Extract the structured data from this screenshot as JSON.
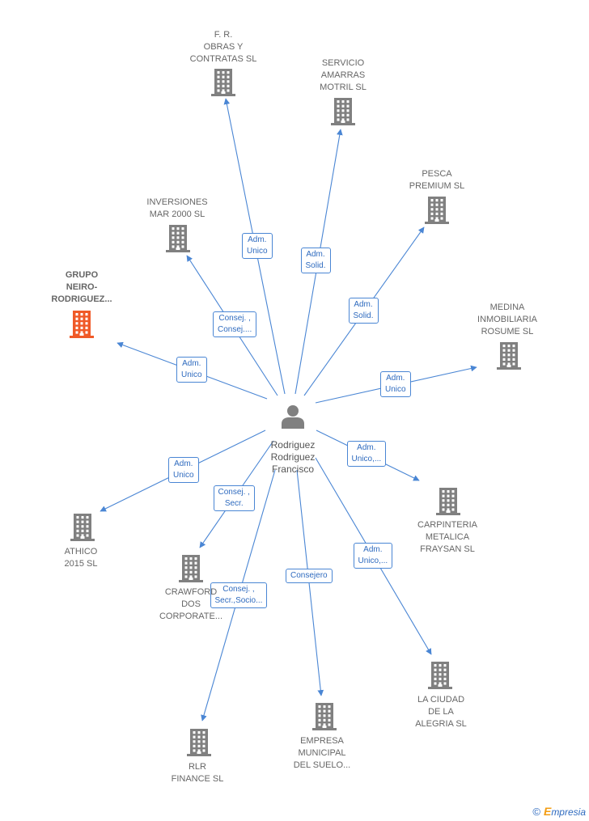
{
  "colors": {
    "edge": "#4a86d4",
    "building": "#808080",
    "building_highlight": "#f05a28",
    "person": "#808080"
  },
  "center": {
    "name_lines": [
      "Rodriguez",
      "Rodriguez",
      "Francisco"
    ],
    "icon": "person-icon"
  },
  "nodes": [
    {
      "id": "fr-obras",
      "lines": [
        "F.  R.",
        "OBRAS Y",
        "CONTRATAS SL"
      ],
      "icon": "building-icon"
    },
    {
      "id": "servicio-amarras",
      "lines": [
        "SERVICIO",
        "AMARRAS",
        "MOTRIL SL"
      ],
      "icon": "building-icon"
    },
    {
      "id": "pesca-premium",
      "lines": [
        "PESCA",
        "PREMIUM  SL"
      ],
      "icon": "building-icon"
    },
    {
      "id": "inversiones-mar",
      "lines": [
        "INVERSIONES",
        "MAR 2000 SL"
      ],
      "icon": "building-icon"
    },
    {
      "id": "grupo-neiro",
      "lines": [
        "GRUPO",
        "NEIRO-",
        "RODRIGUEZ..."
      ],
      "icon": "building-icon",
      "highlight": true
    },
    {
      "id": "medina",
      "lines": [
        "MEDINA",
        "INMOBILIARIA",
        "ROSUME  SL"
      ],
      "icon": "building-icon"
    },
    {
      "id": "athico",
      "lines": [
        "ATHICO",
        "2015  SL"
      ],
      "icon": "building-icon"
    },
    {
      "id": "crawford",
      "lines": [
        "CRAWFORD",
        "DOS",
        "CORPORATE..."
      ],
      "icon": "building-icon"
    },
    {
      "id": "carpinteria",
      "lines": [
        "CARPINTERIA",
        "METALICA",
        "FRAYSAN  SL"
      ],
      "icon": "building-icon"
    },
    {
      "id": "ciudad-alegria",
      "lines": [
        "LA CIUDAD",
        "DE LA",
        "ALEGRIA  SL"
      ],
      "icon": "building-icon"
    },
    {
      "id": "empresa-municipal",
      "lines": [
        "EMPRESA",
        "MUNICIPAL",
        "DEL SUELO..."
      ],
      "icon": "building-icon"
    },
    {
      "id": "rlr-finance",
      "lines": [
        "RLR",
        "FINANCE  SL"
      ],
      "icon": "building-icon"
    }
  ],
  "edges": [
    {
      "to": "fr-obras",
      "label_lines": [
        "Adm.",
        "Unico"
      ]
    },
    {
      "to": "servicio-amarras",
      "label_lines": [
        "Adm.",
        "Solid."
      ]
    },
    {
      "to": "pesca-premium",
      "label_lines": [
        "Adm.",
        "Solid."
      ]
    },
    {
      "to": "inversiones-mar",
      "label_lines": [
        "Consej. ,",
        "Consej...."
      ]
    },
    {
      "to": "grupo-neiro",
      "label_lines": [
        "Adm.",
        "Unico"
      ]
    },
    {
      "to": "medina",
      "label_lines": [
        "Adm.",
        "Unico"
      ]
    },
    {
      "to": "athico",
      "label_lines": [
        "Adm.",
        "Unico"
      ]
    },
    {
      "to": "crawford",
      "label_lines": [
        "Consej. ,",
        "Secr."
      ]
    },
    {
      "to": "carpinteria",
      "label_lines": [
        "Adm.",
        "Unico,..."
      ]
    },
    {
      "to": "ciudad-alegria",
      "label_lines": [
        "Adm.",
        "Unico,..."
      ]
    },
    {
      "to": "empresa-municipal",
      "label_lines": [
        "Consejero"
      ]
    },
    {
      "to": "rlr-finance",
      "label_lines": [
        "Consej. ,",
        "Secr.,Socio..."
      ]
    }
  ],
  "footer": {
    "copyright": "©",
    "brand_initial": "E",
    "brand_rest": "mpresia"
  }
}
